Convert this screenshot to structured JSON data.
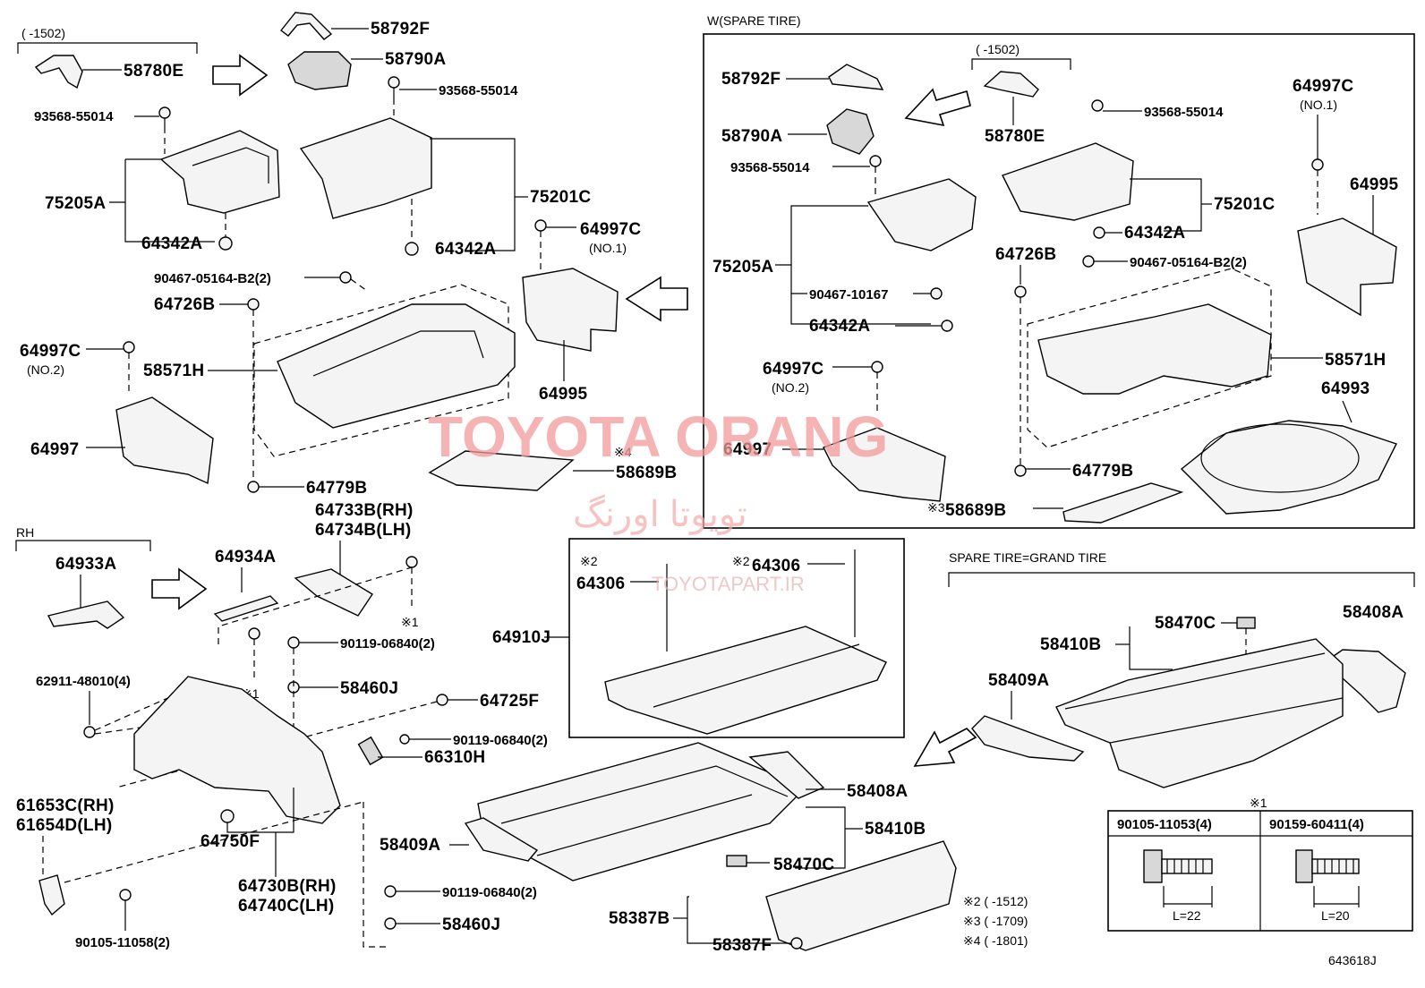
{
  "labels": {
    "p58792F_a": "58792F",
    "p58790A_a": "58790A",
    "p58780E_a": "58780E",
    "range1502_a": "(    -1502)",
    "p93568_a": "93568-55014",
    "p93568_b": "93568-55014",
    "p75205A_a": "75205A",
    "p75201C_a": "75201C",
    "p64342A_a": "64342A",
    "p64342A_b": "64342A",
    "p64997C_a": "64997C",
    "no1_a": "(NO.1)",
    "p90467_a": "90467-05164-B2(2)",
    "p64726B_a": "64726B",
    "p64997C_b": "64997C",
    "no2_a": "(NO.2)",
    "p58571H_a": "58571H",
    "p64995_a": "64995",
    "p64997_a": "64997",
    "mark4": "※4",
    "p58689B_a": "58689B",
    "p64779B_a": "64779B",
    "rh": "RH",
    "p64933A": "64933A",
    "p64934A": "64934A",
    "p64733B": "64733B(RH)",
    "p64734B": "64734B(LH)",
    "mark1_a": "※1",
    "mark1_b": "※1",
    "p90119_a": "90119-06840(2)",
    "p90119_b": "90119-06840(2)",
    "p90119_c": "90119-06840(2)",
    "p62911": "62911-48010(4)",
    "p58460J_a": "58460J",
    "p58460J_b": "58460J",
    "p64725F": "64725F",
    "p66310H": "66310H",
    "p61653C": "61653C(RH)",
    "p61654D": "61654D(LH)",
    "p64750F": "64750F",
    "p64730B": "64730B(RH)",
    "p64740C": "64740C(LH)",
    "p90105_11058": "90105-11058(2)",
    "p64910J": "64910J",
    "mark2_a": "※2",
    "mark2_b": "※2",
    "p64306_a": "64306",
    "p64306_b": "64306",
    "p58409A_a": "58409A",
    "p58408A_a": "58408A",
    "p58410B_a": "58410B",
    "p58470C_a": "58470C",
    "p58387B": "58387B",
    "p58387F": "58387F",
    "note2": "※2 (    -1512)",
    "note3": "※3 (    -1709)",
    "note4": "※4 (    -1801)",
    "w_title": "W(SPARE TIRE)",
    "w_58792F": "58792F",
    "w_58790A": "58790A",
    "w_93568_a": "93568-55014",
    "w_75205A": "75205A",
    "w_90467_10167": "90467-10167",
    "w_64342A_a": "64342A",
    "w_64997C_a": "64997C",
    "w_no2": "(NO.2)",
    "w_64997": "64997",
    "w_range": "(    -1502)",
    "w_58780E": "58780E",
    "w_93568_b": "93568-55014",
    "w_75201C": "75201C",
    "w_64342A_b": "64342A",
    "w_64726B": "64726B",
    "w_90467_05164": "90467-05164-B2(2)",
    "w_58571H": "58571H",
    "w_64993": "64993",
    "w_64779B": "64779B",
    "w_mark3": "※3",
    "w_58689B": "58689B",
    "w_64997C_b": "64997C",
    "w_no1": "(NO.1)",
    "w_64995": "64995",
    "gt_title": "SPARE TIRE=GRAND TIRE",
    "gt_58470C": "58470C",
    "gt_58408A": "58408A",
    "gt_58410B": "58410B",
    "gt_58409A": "58409A",
    "legend_mark": "※1",
    "legend_left": "90105-11053(4)",
    "legend_right": "90159-60411(4)",
    "legend_l_left": "L=22",
    "legend_l_right": "L=20",
    "diagram_id": "643618J"
  },
  "watermark": {
    "brand": "TOYOTA ORANG",
    "persian": "تویوتا اورنگ",
    "site": "TOYOTAPART.IR",
    "color": "#f29a9a"
  }
}
